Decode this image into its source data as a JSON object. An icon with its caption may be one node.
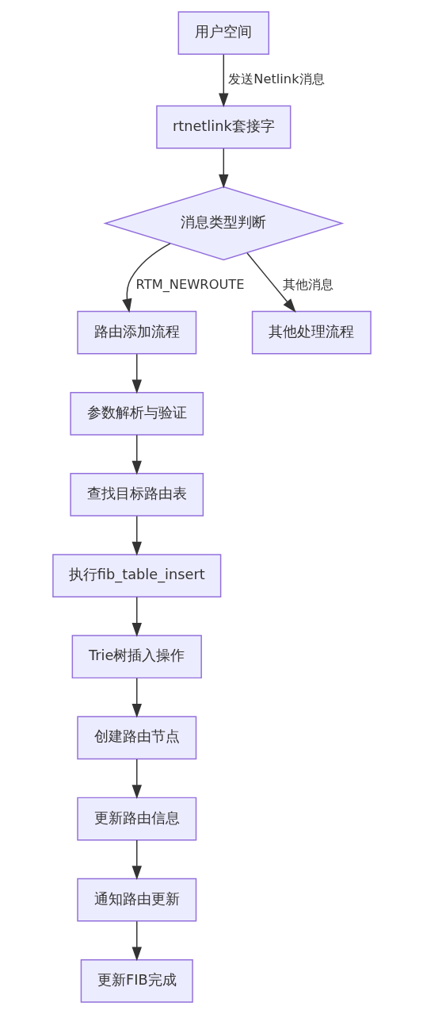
{
  "diagram": {
    "nodes": [
      {
        "text": [
          "用户空间"
        ]
      },
      {
        "text": [
          "rtnetlink套接字"
        ]
      },
      {
        "text": [
          "消息类型判断"
        ]
      },
      {
        "text": [
          "路由添加流程"
        ]
      },
      {
        "text": [
          "其他处理流程"
        ]
      },
      {
        "text": [
          "参数解析与验证"
        ]
      },
      {
        "text": [
          "查找目标路由表"
        ]
      },
      {
        "text": [
          "执行fib_table_insert"
        ]
      },
      {
        "text": [
          "Trie树插入操作"
        ]
      },
      {
        "text": [
          "创建路由节点"
        ]
      },
      {
        "text": [
          "更新路由信息"
        ]
      },
      {
        "text": [
          "通知路由更新"
        ]
      },
      {
        "text": [
          "更新FIB完成"
        ]
      }
    ],
    "edges": [
      {
        "from": 0,
        "to": 1,
        "arrow": "to",
        "label": "发送Netlink消息"
      },
      {
        "from": 1,
        "to": 2,
        "arrow": "to"
      },
      {
        "from": 2,
        "to": 3,
        "arrow": "to",
        "label": "RTM_NEWROUTE"
      },
      {
        "from": 2,
        "to": 4,
        "arrow": "to",
        "label": "其他消息"
      },
      {
        "from": 3,
        "to": 5,
        "arrow": "to"
      },
      {
        "from": 5,
        "to": 6,
        "arrow": "to"
      },
      {
        "from": 6,
        "to": 7,
        "arrow": "to"
      },
      {
        "from": 7,
        "to": 8,
        "arrow": "to"
      },
      {
        "from": 8,
        "to": 9,
        "arrow": "to"
      },
      {
        "from": 9,
        "to": 10,
        "arrow": "to"
      },
      {
        "from": 10,
        "to": 11,
        "arrow": "to"
      },
      {
        "from": 11,
        "to": 12,
        "arrow": "to"
      }
    ]
  }
}
